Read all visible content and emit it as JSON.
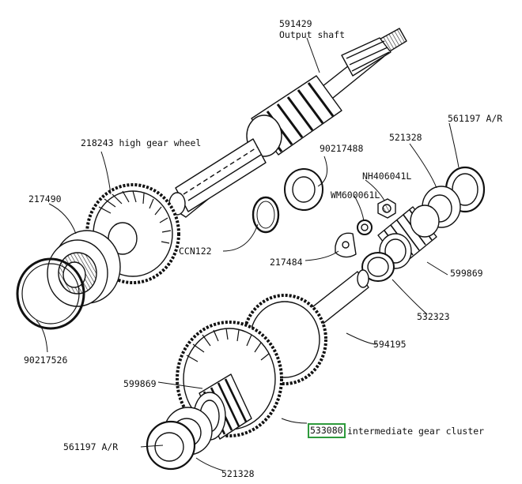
{
  "labels": {
    "output_shaft_part": "591429",
    "output_shaft_name": "Output shaft",
    "high_gear_wheel": "218243 high gear wheel",
    "bearing": "217490",
    "circlip_large": "90217526",
    "circlip_small": "CCN122",
    "washer_90217488": "90217488",
    "nut": "NH406041L",
    "spring_washer": "WM600061L",
    "tab_plate": "217484",
    "thrust_washer_top": "561197 A/R",
    "thrust_washer_top_plate": "521328",
    "needle_bearing_top": "599869",
    "shim": "532323",
    "layshaft": "594195",
    "needle_bearing_bottom": "599869",
    "thrust_washer_bottom": "561197 A/R",
    "thrust_washer_bottom_plate": "521328",
    "cluster_part": "533080",
    "cluster_name": "intermediate gear cluster"
  },
  "highlight_color": "#2e9a3c"
}
